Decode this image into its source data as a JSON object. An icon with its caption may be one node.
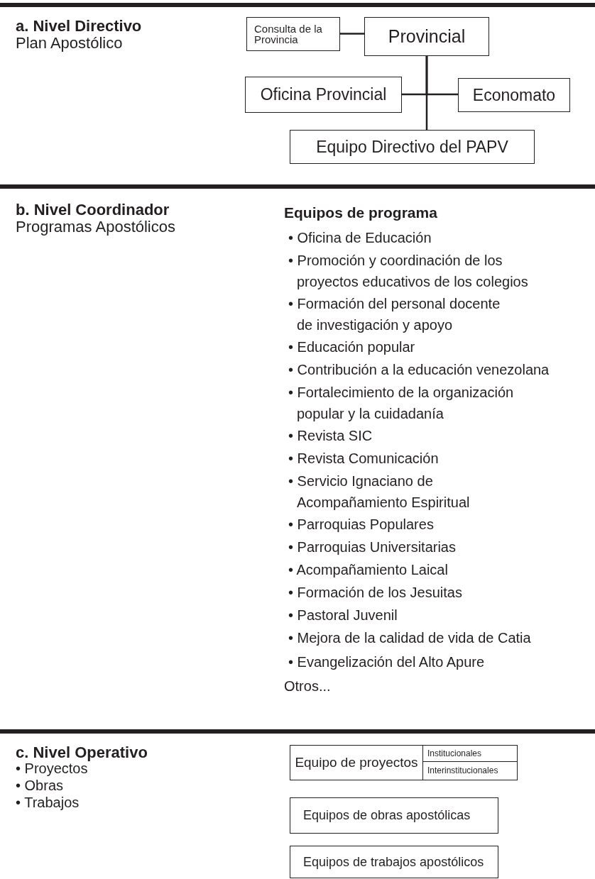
{
  "diagram": {
    "nodes": [
      {
        "text": [
          "Consulta de la Provincia"
        ]
      },
      {
        "text": [
          "Provincial"
        ]
      },
      {
        "text": [
          "Oficina Provincial"
        ]
      },
      {
        "text": [
          "Economato"
        ]
      },
      {
        "text": [
          "Equipo Directivo del PAPV"
        ]
      },
      {
        "text": [
          "Equipo de proyectos"
        ]
      },
      {
        "text": [
          "Institucionales"
        ]
      },
      {
        "text": [
          "Interinstitucionales"
        ]
      },
      {
        "text": [
          "Equipos de obras apostólicas"
        ]
      },
      {
        "text": [
          "Equipos de trabajos apostólicos"
        ]
      }
    ],
    "edges": [
      {
        "from": 0,
        "to": 1,
        "arrow": "none"
      },
      {
        "from": 1,
        "to": 2,
        "arrow": "none"
      },
      {
        "from": 1,
        "to": 3,
        "arrow": "none"
      },
      {
        "from": 1,
        "to": 4,
        "arrow": "none"
      }
    ],
    "labels": [
      "a. Nivel Directivo",
      "Plan Apostólico",
      "b. Nivel Coordinador",
      "Programas Apostólicos",
      "Equipos de programa",
      "• Oficina de Educación",
      "• Promoción y coordinación de los proyectos educativos de los colegios",
      "• Formación del personal docente de investigación y apoyo",
      "• Educación popular",
      "• Contribución a la educación venezolana",
      "• Fortalecimiento de la organización popular y la cuidadanía",
      "• Revista SIC",
      "• Revista Comunicación",
      "• Servicio Ignaciano de Acompañamiento Espiritual",
      "• Parroquias Populares",
      "• Parroquias Universitarias",
      "• Acompañamiento Laical",
      "• Formación de los Jesuitas",
      "• Pastoral Juvenil",
      "• Mejora de la calidad de vida de Catia",
      "• Evangelización del Alto Apure",
      "Otros...",
      "c. Nivel Operativo",
      "• Proyectos",
      "• Obras",
      "• Trabajos"
    ]
  }
}
